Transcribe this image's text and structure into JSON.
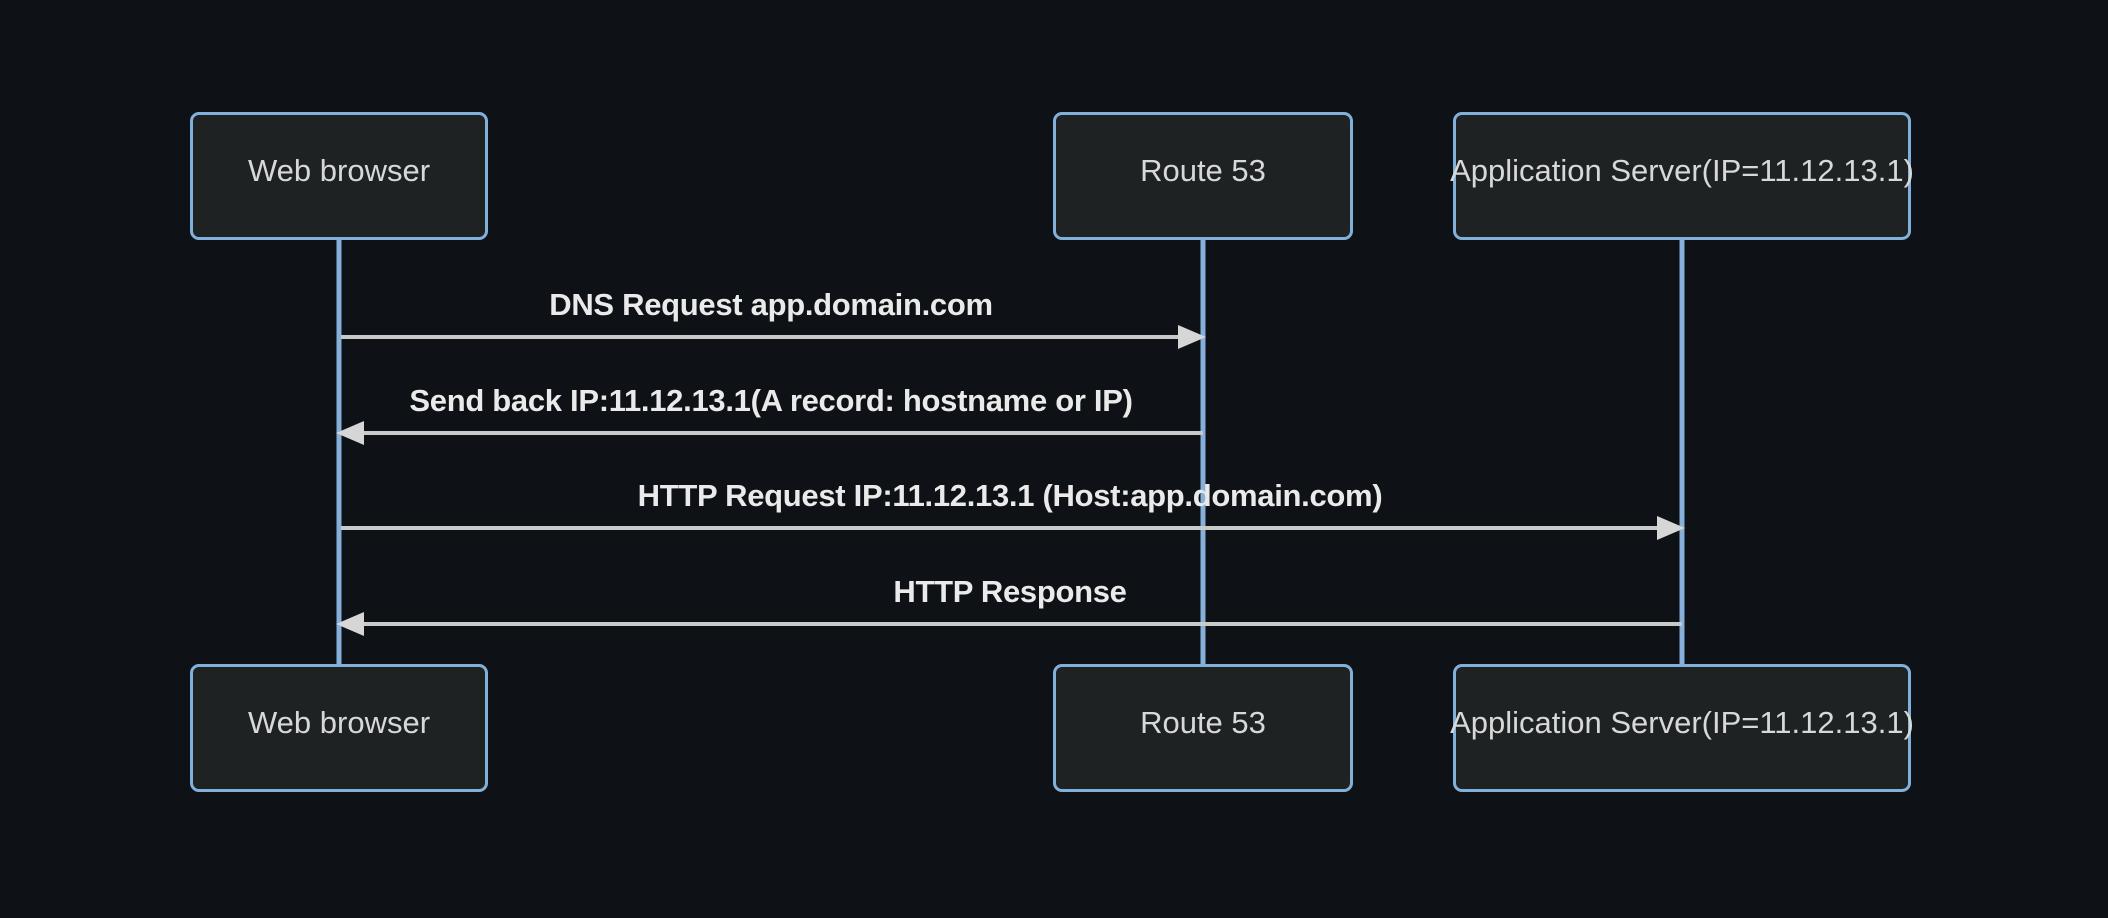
{
  "diagram": {
    "type": "sequence-diagram",
    "colors": {
      "background": "#0e1116",
      "actor_fill": "#1f2222",
      "actor_border": "#81b1db",
      "actor_text": "#d7d9d9",
      "lifeline": "#86b0da",
      "message_line": "#c9c9c9",
      "message_arrow": "#d6d6d6",
      "message_text": "#eaeaea"
    },
    "actors": [
      {
        "id": "web-browser",
        "label": "Web browser"
      },
      {
        "id": "route-53",
        "label": "Route 53"
      },
      {
        "id": "app-server",
        "label": "Application Server(IP=11.12.13.1)"
      }
    ],
    "messages": [
      {
        "from": "web-browser",
        "to": "route-53",
        "direction": "right",
        "label": "DNS Request app.domain.com"
      },
      {
        "from": "route-53",
        "to": "web-browser",
        "direction": "left",
        "label": "Send back IP:11.12.13.1(A record: hostname or IP)"
      },
      {
        "from": "web-browser",
        "to": "app-server",
        "direction": "right",
        "label": "HTTP Request IP:11.12.13.1 (Host:app.domain.com)"
      },
      {
        "from": "app-server",
        "to": "web-browser",
        "direction": "left",
        "label": "HTTP Response"
      }
    ]
  }
}
